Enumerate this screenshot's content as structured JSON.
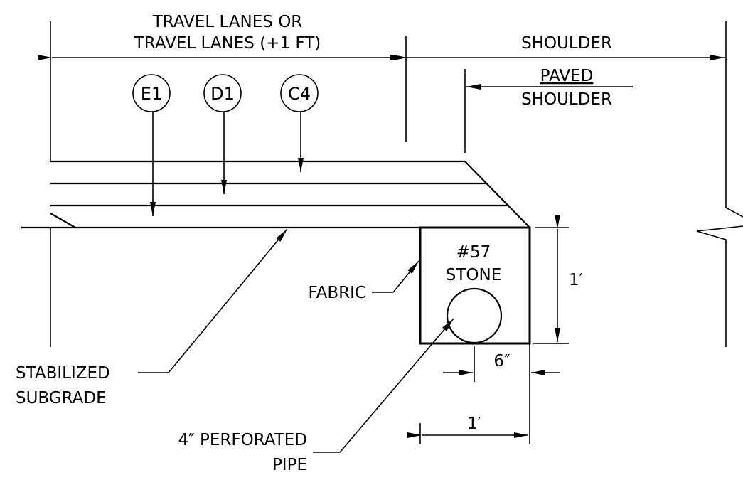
{
  "labels": {
    "travel_lanes_1": "TRAVEL LANES OR",
    "travel_lanes_2": "TRAVEL LANES (+1 FT)",
    "shoulder": "SHOULDER",
    "paved_1": "PAVED",
    "paved_2": "SHOULDER",
    "stone_1": "#57",
    "stone_2": "STONE",
    "fabric": "FABRIC",
    "stabilized_1": "STABILIZED",
    "stabilized_2": "SUBGRADE",
    "pipe_1": "4″ PERFORATED",
    "pipe_2": "PIPE",
    "dim_height": "1′",
    "dim_offset": "6″",
    "dim_width": "1′"
  },
  "layers": [
    {
      "id": "E1"
    },
    {
      "id": "D1"
    },
    {
      "id": "C4"
    }
  ]
}
